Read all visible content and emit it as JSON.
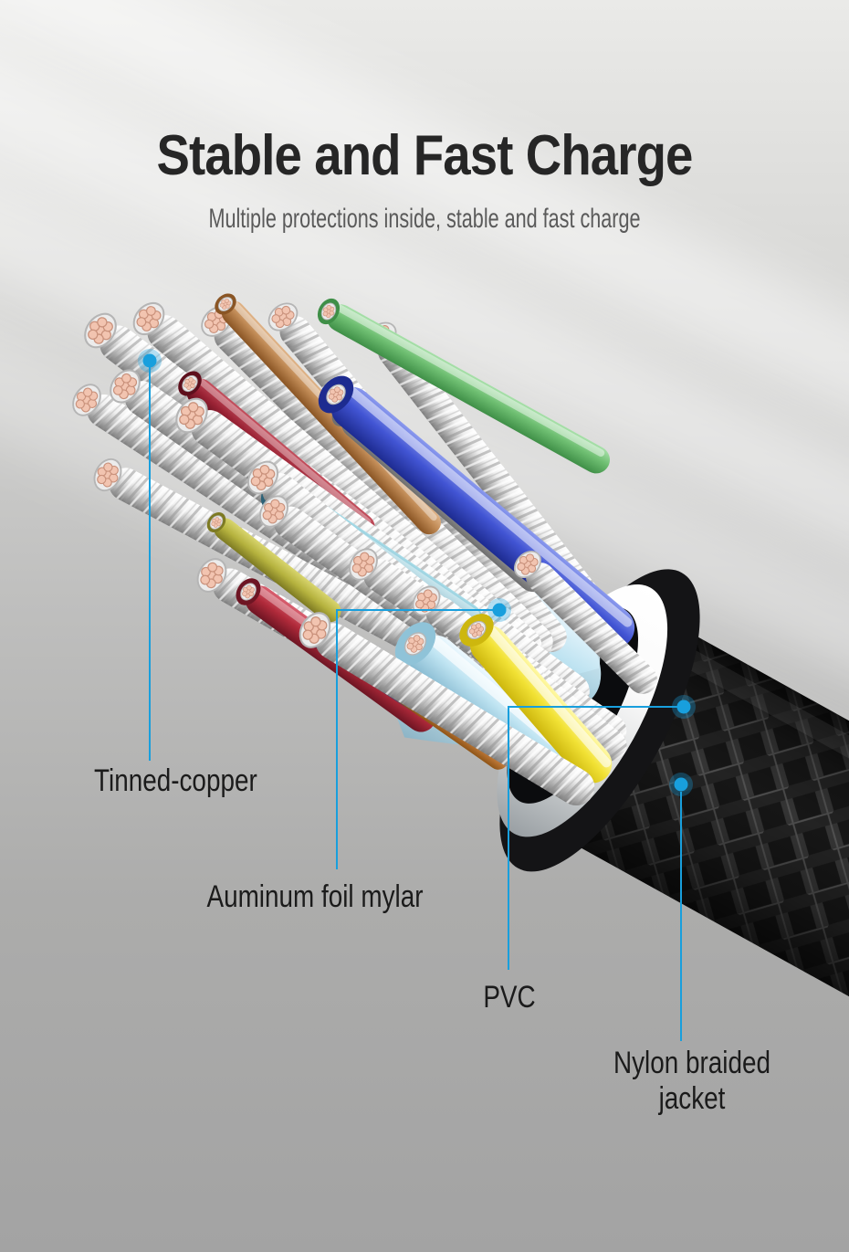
{
  "header": {
    "title": "Stable and Fast Charge",
    "subtitle": "Multiple protections inside, stable and fast charge"
  },
  "callouts": [
    {
      "id": "tinned-copper",
      "label": "Tinned-copper"
    },
    {
      "id": "aluminum-foil-mylar",
      "label": "Auminum foil mylar"
    },
    {
      "id": "pvc",
      "label": "PVC"
    },
    {
      "id": "nylon-braided-jacket",
      "label": "Nylon braided jacket"
    }
  ],
  "colors": {
    "accent": "#189fdd",
    "background_top": "#eaeae8",
    "background_bottom": "#a3a3a3",
    "title_text": "#262626",
    "subtitle_text": "#5a5a5a",
    "label_text": "#1b1b1b",
    "braid_jacket": "#1a1a1a",
    "pvc_white": "#f4f4f4",
    "copper_tip": "#f2c4b0",
    "foil_mylar": "#bfe4f2",
    "wire_blue": "#4255d4",
    "wire_green": "#6fbf72",
    "wire_yellow": "#f2e235",
    "wire_red": "#b02a3a",
    "wire_maroon": "#9b2335",
    "wire_teal": "#4e95ad",
    "wire_brown": "#c08a55",
    "wire_orange": "#c87f3e",
    "wire_purple": "#7a5f9e",
    "wire_grey": "#a8a8a8",
    "wire_silver": "#d9d9d9"
  }
}
